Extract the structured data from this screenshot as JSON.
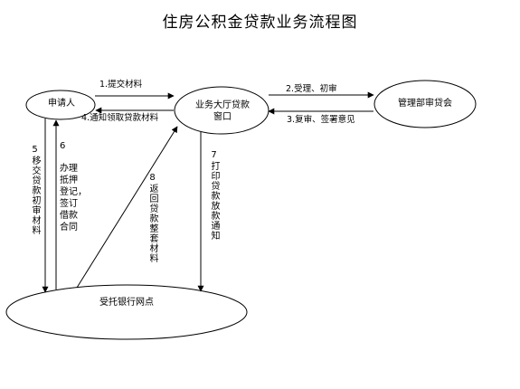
{
  "title": "住房公积金贷款业务流程图",
  "nodes": {
    "applicant": "申请人",
    "business_hall": [
      "业务大厅贷款",
      "窗口"
    ],
    "committee": "管理部审贷会",
    "bank": "受托银行网点"
  },
  "edges": {
    "e1": "1.提交材料",
    "e2": "2.受理、初审",
    "e3": "3.复审、签署意见",
    "e4": "4.通知领取贷款材料",
    "e5": "5移交贷款初审材料",
    "e6": {
      "number": "6",
      "lines": [
        "办理",
        "抵押",
        "登记，",
        "签订",
        "借款",
        "合同"
      ]
    },
    "e7": "7打印贷款放款通知",
    "e8": "8返回贷款整套材料"
  },
  "colors": {
    "stroke": "#000000",
    "text": "#000000",
    "background": "#ffffff"
  }
}
